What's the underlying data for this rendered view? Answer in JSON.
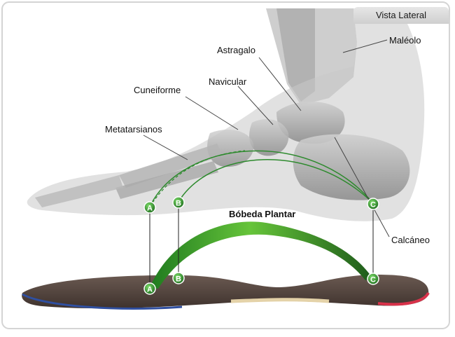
{
  "header": {
    "view_label": "Vista Lateral"
  },
  "labels": {
    "maleolo": "Maléolo",
    "astragalo": "Astragalo",
    "navicular": "Navicular",
    "cuneiforme": "Cuneiforme",
    "metatarsianos": "Metatarsianos",
    "boveda": "Bóbeda Plantar",
    "calcaneo": "Calcáneo"
  },
  "points": {
    "a": "A",
    "b": "B",
    "c": "C"
  },
  "colors": {
    "arch_green": "#3a9a2a",
    "point_green": "#2f8f2f",
    "insole_top": "#5a4a44",
    "insole_edge_blue": "#2f4fa0",
    "insole_edge_red": "#d8324a"
  }
}
